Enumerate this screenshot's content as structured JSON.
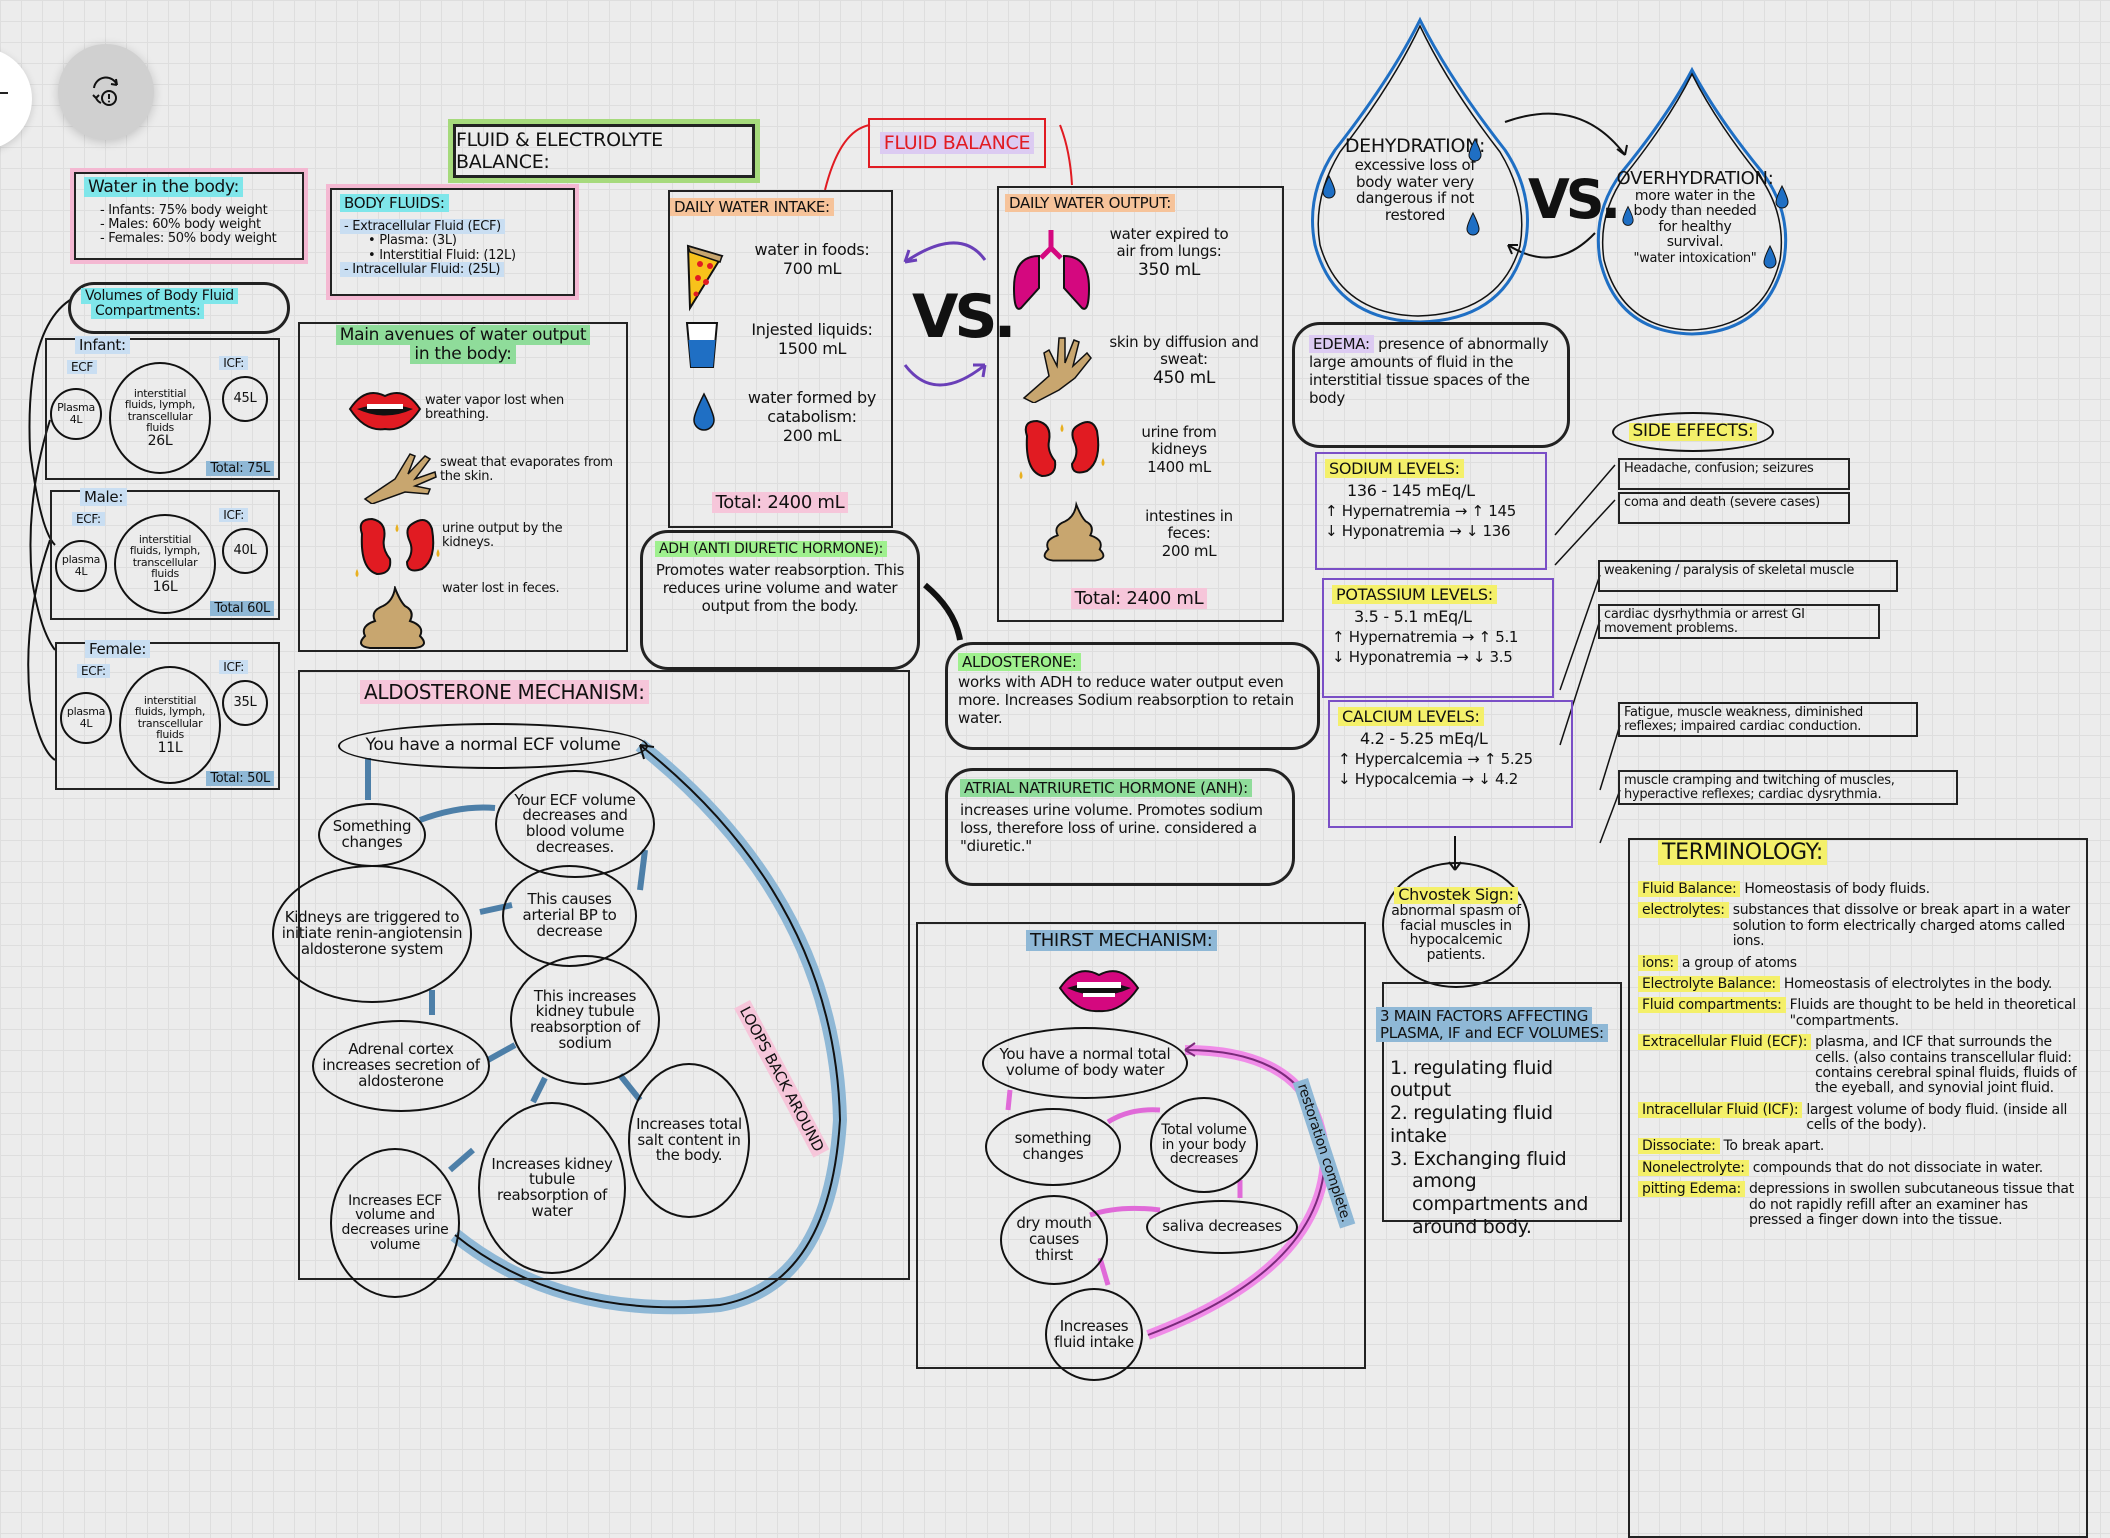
{
  "toolbar": {
    "left_button_icon": "add-icon",
    "sync_button_icon": "sync-alert-icon"
  },
  "titles": {
    "main": "FLUID & ELECTROLYTE BALANCE:",
    "fluid_balance": "FLUID BALANCE"
  },
  "water_in_body": {
    "title": "Water in the body:",
    "items": [
      "- Infants: 75% body weight",
      "- Males: 60% body weight",
      "- Females: 50% body weight"
    ]
  },
  "body_fluids": {
    "title": "BODY FLUIDS:",
    "ecf": "- Extracellular Fluid (ECF)",
    "plasma": "• Plasma: (3L)",
    "interstitial": "• Interstitial Fluid: (12L)",
    "icf": "- Intracellular Fluid: (25L)"
  },
  "volumes": {
    "title_line1": "Volumes of Body Fluid",
    "title_line2": "Compartments:",
    "groups": [
      {
        "label": "Infant:",
        "ecf": "ECF",
        "plasma": "Plasma 4L",
        "interstitial": "interstitial fluids, lymph, transcellular fluids",
        "interstitial_vol": "26L",
        "icf": "ICF:",
        "icf_vol": "45L",
        "total": "Total: 75L"
      },
      {
        "label": "Male:",
        "ecf": "ECF:",
        "plasma": "plasma 4L",
        "interstitial": "interstitial fluids, lymph, transcellular fluids",
        "interstitial_vol": "16L",
        "icf": "ICF:",
        "icf_vol": "40L",
        "total": "Total 60L"
      },
      {
        "label": "Female:",
        "ecf": "ECF:",
        "plasma": "plasma 4L",
        "interstitial": "interstitial fluids, lymph, transcellular fluids",
        "interstitial_vol": "11L",
        "icf": "ICF:",
        "icf_vol": "35L",
        "total": "Total: 50L"
      }
    ]
  },
  "avenues": {
    "title_line1": "Main avenues of water output",
    "title_line2": "in the body:",
    "items": [
      {
        "icon": "lips-icon",
        "text": "water vapor lost when breathing."
      },
      {
        "icon": "hand-icon",
        "text": "sweat that evaporates from the skin."
      },
      {
        "icon": "kidneys-icon",
        "text": "urine output by the kidneys."
      },
      {
        "icon": "feces-icon",
        "text": "water lost in feces."
      }
    ]
  },
  "intake": {
    "title": "DAILY WATER INTAKE:",
    "items": [
      {
        "icon": "pizza-icon",
        "label": "water in foods:",
        "value": "700 mL"
      },
      {
        "icon": "glass-icon",
        "label": "Injested liquids:",
        "value": "1500 mL"
      },
      {
        "icon": "drop-icon",
        "label": "water formed by catabolism:",
        "value": "200 mL"
      }
    ],
    "total": "Total: 2400 mL"
  },
  "vs_label": "VS.",
  "output": {
    "title": "DAILY WATER OUTPUT:",
    "items": [
      {
        "icon": "lungs-icon",
        "label": "water expired to air from lungs:",
        "value": "350 mL"
      },
      {
        "icon": "hand-icon",
        "label": "skin by diffusion and sweat:",
        "value": "450 mL"
      },
      {
        "icon": "kidneys-icon",
        "label": "urine from kidneys",
        "value": "1400 mL"
      },
      {
        "icon": "feces-icon",
        "label": "intestines in feces:",
        "value": "200 mL"
      }
    ],
    "total": "Total: 2400 mL"
  },
  "adh": {
    "title": "ADH (ANTI DIURETIC HORMONE):",
    "text": "Promotes water reabsorption. This reduces urine volume and water output from the body."
  },
  "aldosterone": {
    "title": "ALDOSTERONE:",
    "text": "works with ADH to reduce water output even more. Increases Sodium reabsorption to retain water."
  },
  "anh": {
    "title": "ATRIAL NATRIURETIC HORMONE (ANH):",
    "text": "increases urine volume. Promotes sodium loss, therefore loss of urine. considered a \"diuretic.\""
  },
  "hydration": {
    "dehydration_title": "DEHYDRATION:",
    "dehydration_text": "excessive loss of body water very dangerous if not restored",
    "overhydration_title": "OVERHYDRATION:",
    "overhydration_text": "more water in the body than needed for healthy survival.",
    "overhydration_note": "\"water intoxication\"",
    "vs": "VS."
  },
  "edema": {
    "title": "EDEMA:",
    "text": "presence of abnormally large amounts of fluid in the interstitial tissue spaces of the body"
  },
  "side_effects_title": "SIDE EFFECTS:",
  "electrolytes": [
    {
      "title": "SODIUM LEVELS:",
      "range": "136 - 145 mEq/L",
      "high": "↑ Hypernatremia → ↑ 145",
      "low": "↓ Hyponatremia → ↓ 136",
      "effects": [
        "Headache, confusion; seizures",
        "coma and death (severe cases)"
      ]
    },
    {
      "title": "POTASSIUM LEVELS:",
      "range": "3.5 - 5.1 mEq/L",
      "high": "↑ Hypernatremia → ↑ 5.1",
      "low": "↓ Hyponatremia → ↓ 3.5",
      "effects": [
        "weakening / paralysis of skeletal muscle",
        "cardiac dysrhythmia or arrest GI movement problems."
      ]
    },
    {
      "title": "CALCIUM LEVELS:",
      "range": "4.2 - 5.25 mEq/L",
      "high": "↑ Hypercalcemia → ↑ 5.25",
      "low": "↓ Hypocalcemia → ↓ 4.2",
      "effects": [
        "Fatigue, muscle weakness, diminished reflexes; impaired cardiac conduction.",
        "muscle cramping and twitching of muscles, hyperactive reflexes; cardiac dysrythmia."
      ]
    }
  ],
  "chvostek": {
    "title": "Chvostek Sign:",
    "text": "abnormal spasm of facial muscles in hypocalcemic patients."
  },
  "factors": {
    "title_line1": "3 MAIN FACTORS AFFECTING",
    "title_line2": "PLASMA, IF and ECF VOLUMES:",
    "items": [
      "1. regulating fluid output",
      "2. regulating fluid intake",
      "3. Exchanging fluid among compartments and around body."
    ]
  },
  "aldo_mech": {
    "title": "ALDOSTERONE MECHANISM:",
    "nodes": [
      "You have a normal ECF volume",
      "Something changes",
      "Your ECF volume decreases and blood volume decreases.",
      "This causes arterial BP to decrease",
      "Kidneys are triggered to initiate renin-angiotensin aldosterone system",
      "Adrenal cortex increases secretion of aldosterone",
      "This increases kidney tubule reabsorption of sodium",
      "Increases total salt content in the body.",
      "Increases kidney tubule reabsorption of water",
      "Increases ECF volume and decreases urine volume"
    ],
    "loop_label": "LOOPS BACK AROUND"
  },
  "thirst_mech": {
    "title": "THIRST MECHANISM:",
    "nodes": [
      "You have a normal total volume of body water",
      "something changes",
      "Total volume in your body decreases",
      "saliva decreases",
      "dry mouth causes thirst",
      "Increases fluid intake"
    ],
    "loop_label": "restoration complete."
  },
  "terminology": {
    "title": "TERMINOLOGY:",
    "terms": [
      {
        "term": "Fluid Balance:",
        "def": "Homeostasis of body fluids."
      },
      {
        "term": "electrolytes:",
        "def": "substances that dissolve or break apart in a water solution to form electrically charged atoms called ions."
      },
      {
        "term": "ions:",
        "def": "a group of atoms"
      },
      {
        "term": "Electrolyte Balance:",
        "def": "Homeostasis of electrolytes in the body."
      },
      {
        "term": "Fluid compartments:",
        "def": "Fluids are thought to be held in theoretical \"compartments."
      },
      {
        "term": "Extracellular Fluid (ECF):",
        "def": "plasma, and ICF that surrounds the cells. (also contains transcellular fluid: contains cerebral spinal fluids, fluids of the eyeball, and synovial joint fluid."
      },
      {
        "term": "Intracellular Fluid (ICF):",
        "def": "largest volume of body fluid. (inside all cells of the body)."
      },
      {
        "term": "Dissociate:",
        "def": "To break apart."
      },
      {
        "term": "Nonelectrolyte:",
        "def": "compounds that do not dissociate in water."
      },
      {
        "term": "pitting Edema:",
        "def": "depressions in swollen subcutaneous tissue that do not rapidly refill after an examiner has pressed a finger down into the tissue."
      }
    ]
  },
  "colors": {
    "blue_drop": "#1f6fc4",
    "magenta": "#d4087f",
    "red": "#e11b22",
    "tan": "#c8a66f",
    "purple_box": "#7a4fc6",
    "loop_blue": "#8fb8d6",
    "loop_pink": "#f08ce8"
  }
}
